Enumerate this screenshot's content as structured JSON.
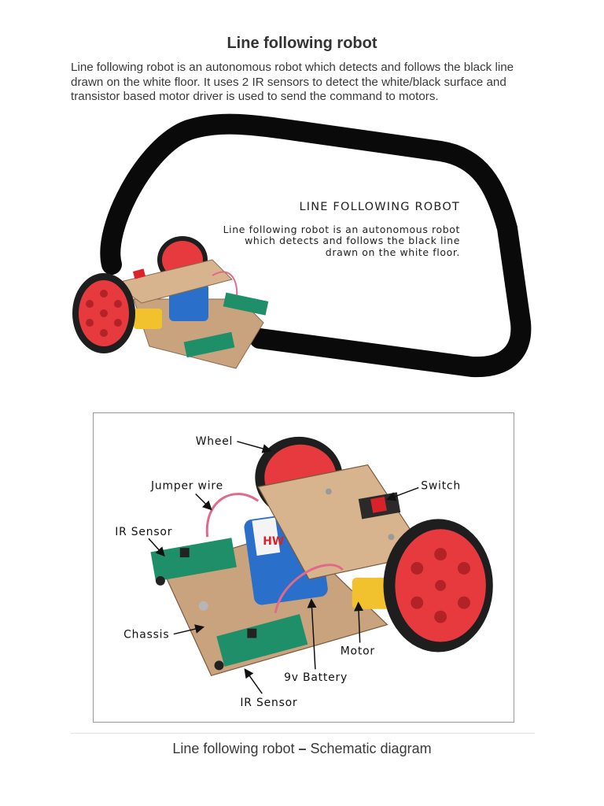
{
  "page": {
    "title": "Line following robot",
    "intro": "Line following robot is an autonomous robot which detects and follows the black line drawn on the white floor. It uses 2 IR sensors to detect the white/black surface and transistor based motor driver is used to send the command to motors.",
    "caption_part1": "Line following robot",
    "caption_dash": " – ",
    "caption_part2": "Schematic diagram"
  },
  "figure1": {
    "heading": "LINE FOLLOWING ROBOT",
    "desc_line1": "Line following robot is an autonomous robot",
    "desc_line2": "which detects and follows the black line",
    "desc_line3": "drawn on the white floor."
  },
  "figure2": {
    "labels": {
      "wheel": "Wheel",
      "jumper_wire": "Jumper wire",
      "switch": "Switch",
      "ir_sensor_top": "IR Sensor",
      "chassis": "Chassis",
      "motor": "Motor",
      "battery": "9v Battery",
      "ir_sensor_bottom": "IR Sensor"
    },
    "battery_brand": "HW"
  },
  "colors": {
    "track": "#0a0a0a",
    "wheel_red": "#e63a3f",
    "tire": "#1e1e1e",
    "chassis_board": "#c9a27e",
    "pcb_green": "#1f8f6a",
    "battery_blue": "#2a6fc9",
    "motor_yellow": "#f1c22d"
  }
}
